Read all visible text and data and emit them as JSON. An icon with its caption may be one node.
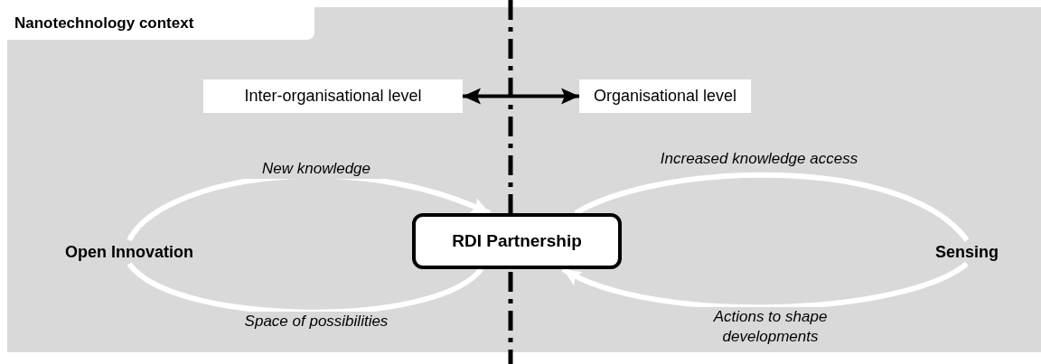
{
  "diagram": {
    "nodes": [
      {
        "text": [
          "Nanotechnology context"
        ]
      },
      {
        "text": [
          "Inter-organisational level"
        ],
        "in": 0
      },
      {
        "text": [
          "Organisational level"
        ],
        "in": 0
      },
      {
        "text": [
          "Open Innovation"
        ],
        "in": 0
      },
      {
        "text": [
          "RDI Partnership"
        ],
        "in": 0
      },
      {
        "text": [
          "Sensing"
        ],
        "in": 0
      }
    ],
    "edges": [
      {
        "from": 1,
        "to": 2,
        "arrow": "both",
        "color": "#000000"
      },
      {
        "from": 3,
        "to": 4,
        "arrow": "to",
        "label": "New knowledge"
      },
      {
        "from": 4,
        "to": 3,
        "arrow": "none",
        "label": "Space of possibilities"
      },
      {
        "from": 4,
        "to": 5,
        "arrow": "none",
        "label": "Increased knowledge access"
      },
      {
        "from": 5,
        "to": 4,
        "arrow": "to",
        "label": "Actions to shape developments"
      }
    ]
  }
}
